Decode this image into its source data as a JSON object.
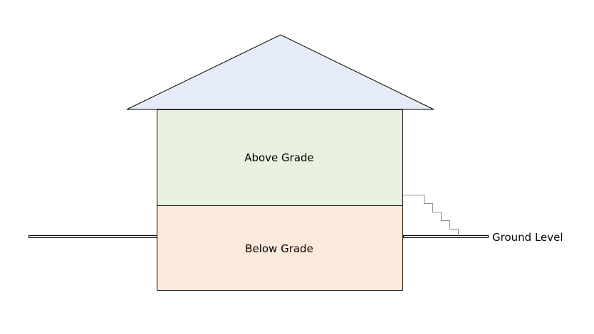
{
  "labels": {
    "above": "Above Grade",
    "below": "Below Grade",
    "ground": "Ground Level"
  },
  "colors": {
    "roof": "#e6ecf6",
    "above": "#e8f0df",
    "below": "#fbe9db",
    "stairs": "#8c8c8c",
    "outline": "#000000"
  }
}
